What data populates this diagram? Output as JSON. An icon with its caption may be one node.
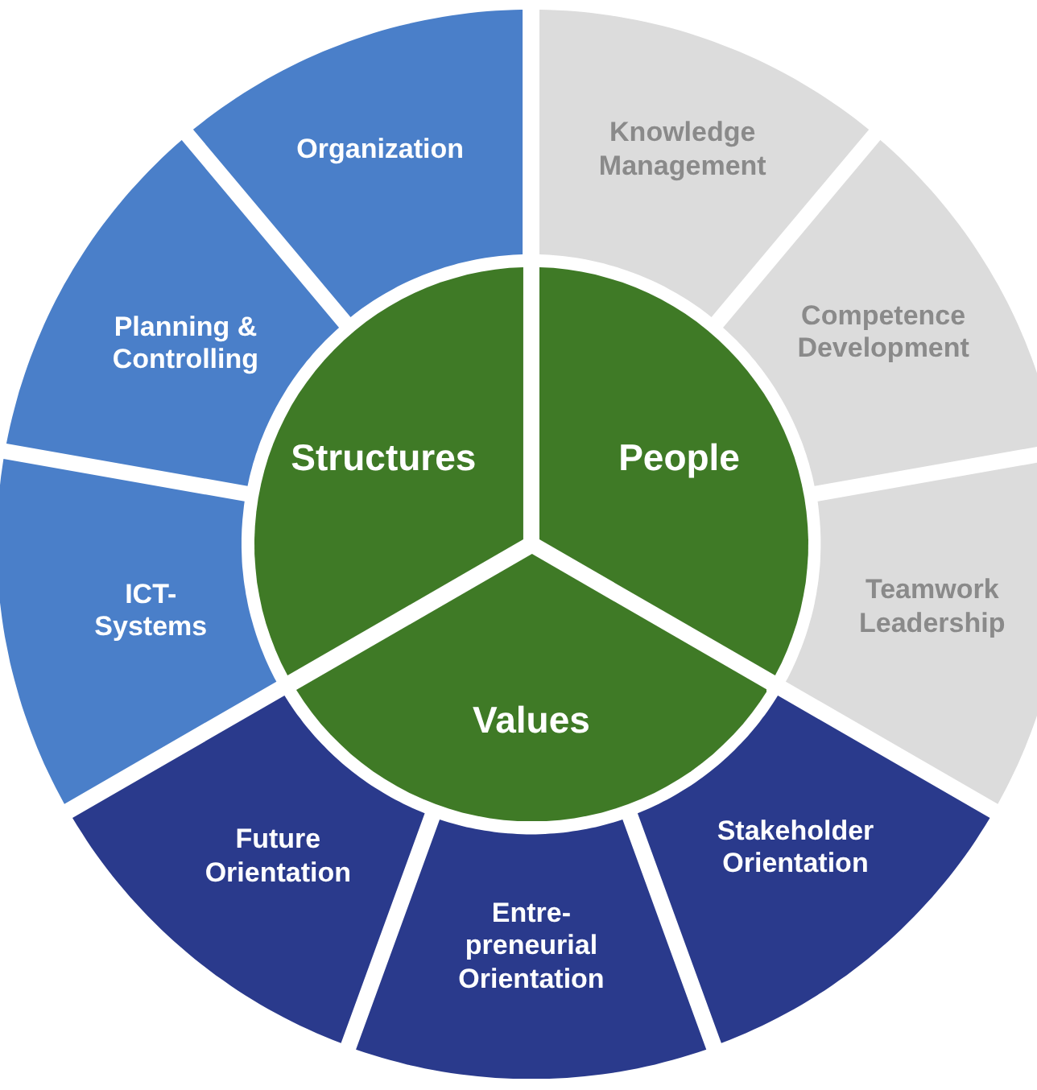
{
  "diagram": {
    "nodes": [
      {
        "text": [
          "Structures"
        ]
      },
      {
        "text": [
          "People"
        ]
      },
      {
        "text": [
          "Values"
        ]
      },
      {
        "text": [
          "Organization"
        ]
      },
      {
        "text": [
          "Knowledge Management"
        ]
      },
      {
        "text": [
          "Competence Development"
        ]
      },
      {
        "text": [
          "Teamwork Leadership"
        ]
      },
      {
        "text": [
          "Stakeholder Orientation"
        ]
      },
      {
        "text": [
          "Entre- preneurial Orientation"
        ]
      },
      {
        "text": [
          "Future Orientation"
        ]
      },
      {
        "text": [
          "ICT- Systems"
        ]
      },
      {
        "text": [
          "Planning & Controlling"
        ]
      }
    ]
  }
}
